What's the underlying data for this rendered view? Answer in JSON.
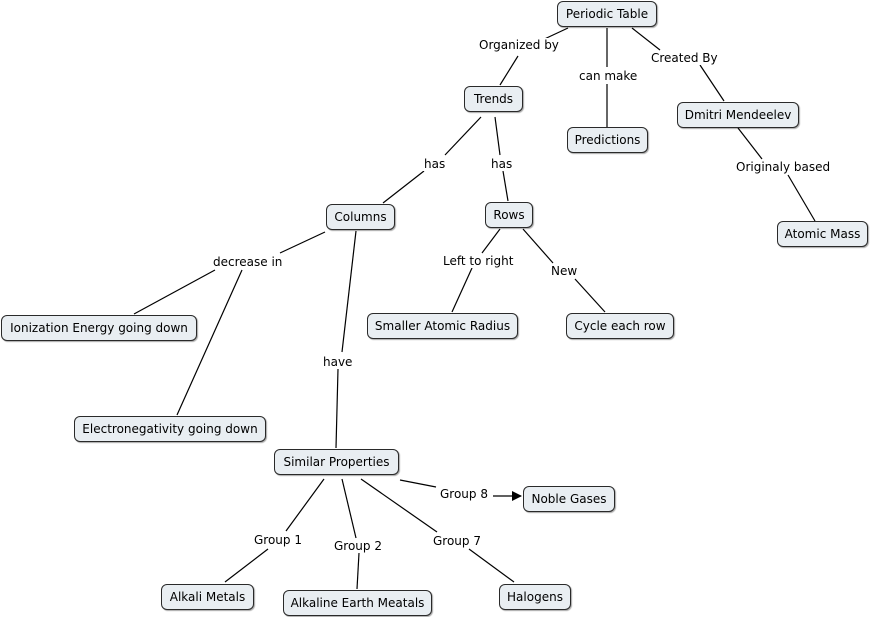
{
  "nodes": {
    "periodic_table": "Periodic Table",
    "trends": "Trends",
    "predictions": "Predictions",
    "mendeleev": "Dmitri Mendeelev",
    "atomic_mass": "Atomic Mass",
    "columns": "Columns",
    "rows": "Rows",
    "ionization": "Ionization Energy going down",
    "electronegativity": "Electronegativity going down",
    "smaller_radius": "Smaller Atomic Radius",
    "cycle_row": "Cycle each row",
    "similar": "Similar Properties",
    "noble": "Noble Gases",
    "alkali": "Alkali Metals",
    "alkaline": "Alkaline Earth Meatals",
    "halogens": "Halogens"
  },
  "links": {
    "organized_by": "Organized by",
    "can_make": "can make",
    "created_by": "Created By",
    "originaly_based": "Originaly based",
    "has_columns": "has",
    "has_rows": "has",
    "decrease_in": "decrease in",
    "left_to_right": "Left to right",
    "new": "New",
    "have": "have",
    "group8": "Group 8",
    "group1": "Group 1",
    "group2": "Group 2",
    "group7": "Group 7"
  }
}
